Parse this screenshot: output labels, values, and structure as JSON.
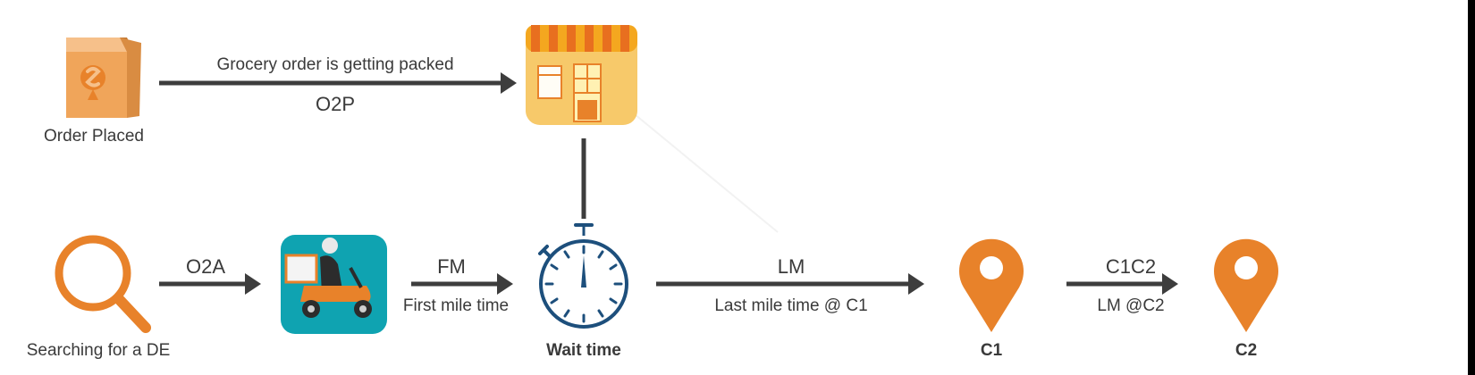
{
  "colors": {
    "arrow": "#3d3d3d",
    "orange": "#e8822a",
    "teal": "#0fa3b1",
    "navy": "#1d4f7c",
    "shop_yellow": "#f7c96a",
    "bag": "#f0a55a"
  },
  "icons": {
    "order": "grocery-bag-icon",
    "store": "store-icon",
    "search": "magnifier-icon",
    "rider": "delivery-rider-icon",
    "timer": "stopwatch-icon",
    "c1": "map-pin-icon",
    "c2": "map-pin-icon"
  },
  "nodes": {
    "order_placed": "Order Placed",
    "searching": "Searching for a DE",
    "wait": "Wait time",
    "c1": "C1",
    "c2": "C2"
  },
  "edges": {
    "o2p_desc": "Grocery order is getting packed",
    "o2p_code": "O2P",
    "o2a_code": "O2A",
    "fm_code": "FM",
    "fm_desc": "First mile time",
    "lm_code": "LM",
    "lm_desc": "Last mile time @ C1",
    "c1c2_code": "C1C2",
    "c1c2_desc": "LM @C2"
  }
}
